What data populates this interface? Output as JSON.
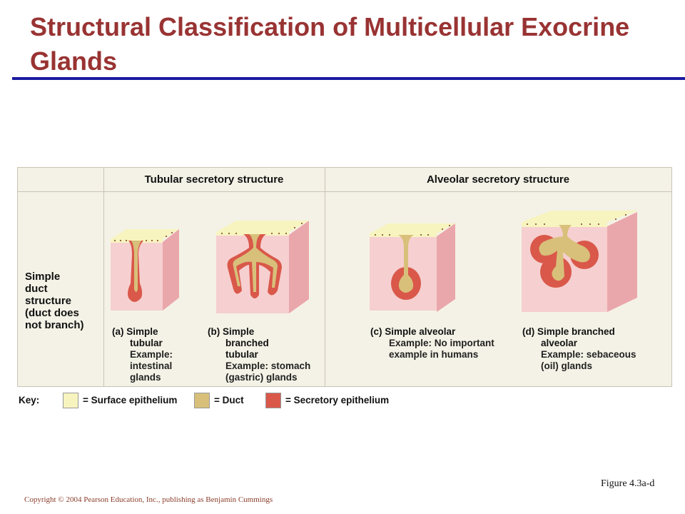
{
  "slide": {
    "title": "Structural Classification of Multicellular Exocrine Glands",
    "figure_ref": "Figure 4.3a-d",
    "copyright": "Copyright © 2004 Pearson Education, Inc., publishing as Benjamin Cummings"
  },
  "table": {
    "col_tubular": "Tubular secretory structure",
    "col_alveolar": "Alveolar secretory structure",
    "row_label_lines": [
      "Simple",
      "duct",
      "structure",
      "(duct does",
      "not branch)"
    ]
  },
  "panels": [
    {
      "letter": "(a)",
      "name_lines": [
        "Simple",
        "tubular"
      ],
      "example_lines": [
        "Example:",
        "intestinal",
        "glands"
      ]
    },
    {
      "letter": "(b)",
      "name_lines": [
        "Simple",
        "branched",
        "tubular"
      ],
      "example_lines": [
        "Example: stomach",
        "(gastric) glands"
      ]
    },
    {
      "letter": "(c)",
      "name_lines": [
        "Simple alveolar"
      ],
      "example_lines": [
        "Example: No important",
        "example in humans"
      ]
    },
    {
      "letter": "(d)",
      "name_lines": [
        "Simple branched",
        "alveolar"
      ],
      "example_lines": [
        "Example: sebaceous",
        "(oil) glands"
      ]
    }
  ],
  "key": {
    "label": "Key:",
    "items": [
      {
        "text": "= Surface epithelium",
        "color": "#f7f4c0"
      },
      {
        "text": "= Duct",
        "color": "#d8c07a"
      },
      {
        "text": "= Secretory epithelium",
        "color": "#d9584a"
      }
    ]
  },
  "colors": {
    "title": "#993333",
    "rule": "#1a1aa0",
    "tissue": "#f6cfd0",
    "tissue_side": "#eaa7ab",
    "surface": "#f7f4c0",
    "duct": "#d8c07a",
    "secretory": "#d9584a"
  }
}
